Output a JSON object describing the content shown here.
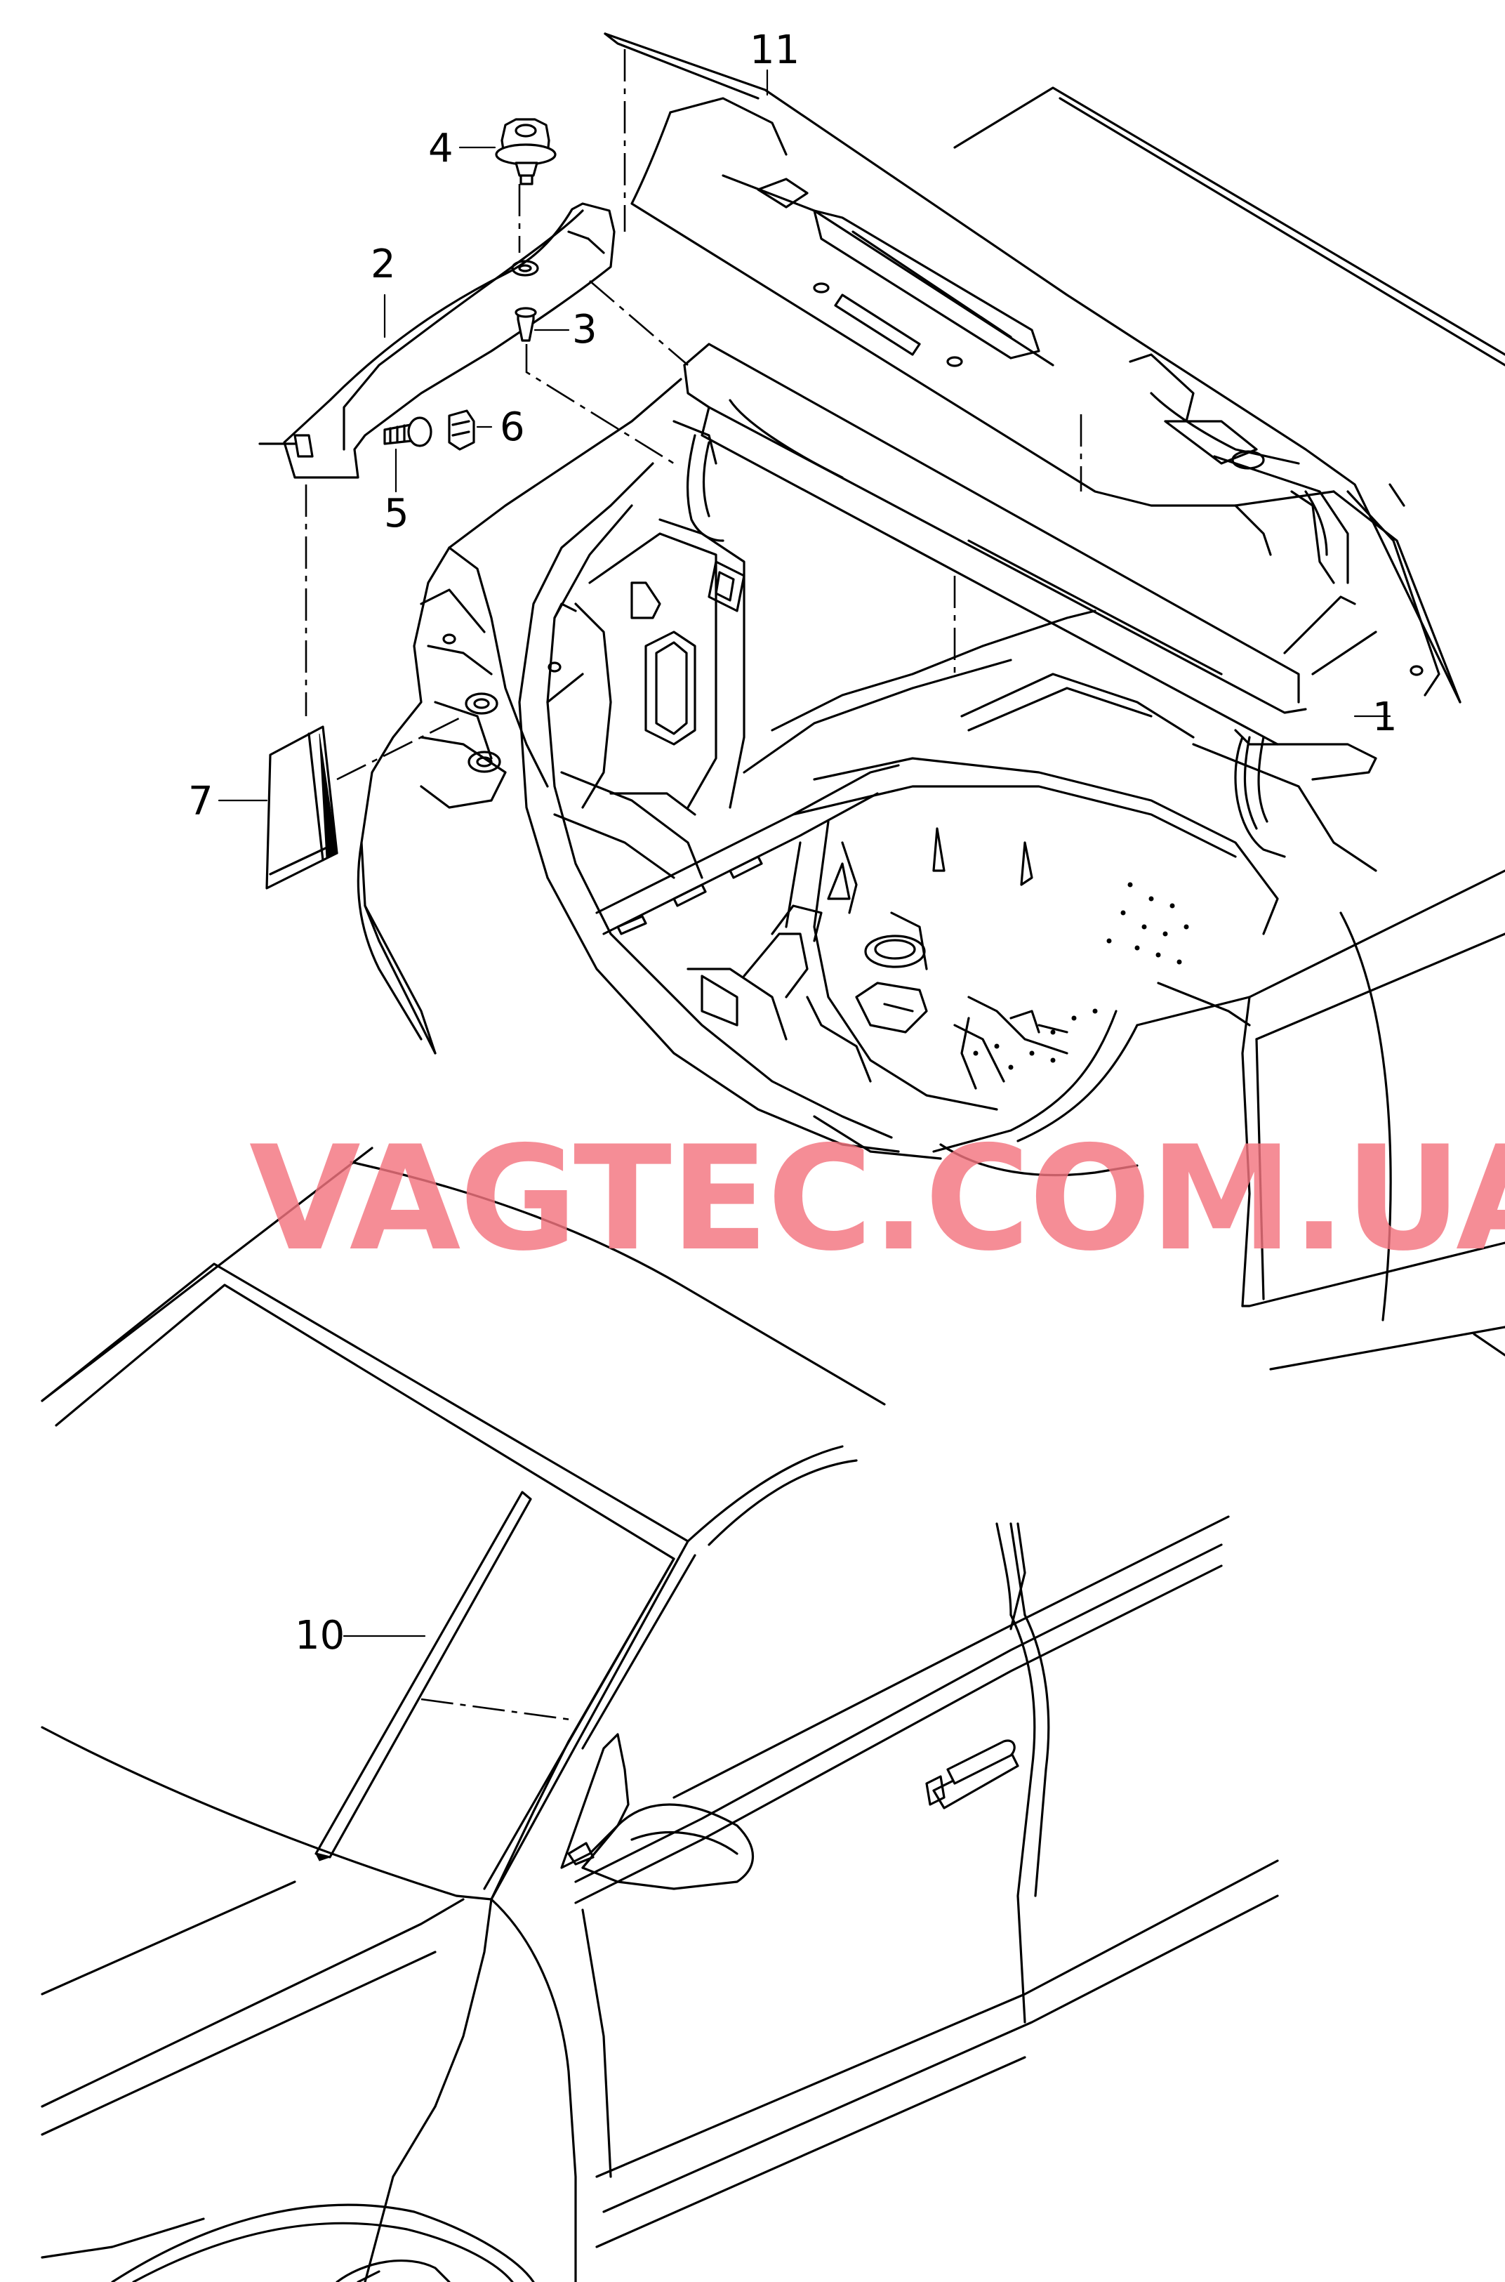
{
  "watermark": "VAGTEC.COM.UA",
  "callouts": [
    {
      "id": "callout-1",
      "text": "1"
    },
    {
      "id": "callout-2",
      "text": "2"
    },
    {
      "id": "callout-3",
      "text": "3"
    },
    {
      "id": "callout-4",
      "text": "4"
    },
    {
      "id": "callout-5",
      "text": "5"
    },
    {
      "id": "callout-6",
      "text": "6"
    },
    {
      "id": "callout-7",
      "text": "7"
    },
    {
      "id": "callout-10",
      "text": "10"
    },
    {
      "id": "callout-11",
      "text": "11"
    }
  ],
  "colors": {
    "line": "#000000",
    "background": "#ffffff",
    "watermark": "#f3747f"
  }
}
